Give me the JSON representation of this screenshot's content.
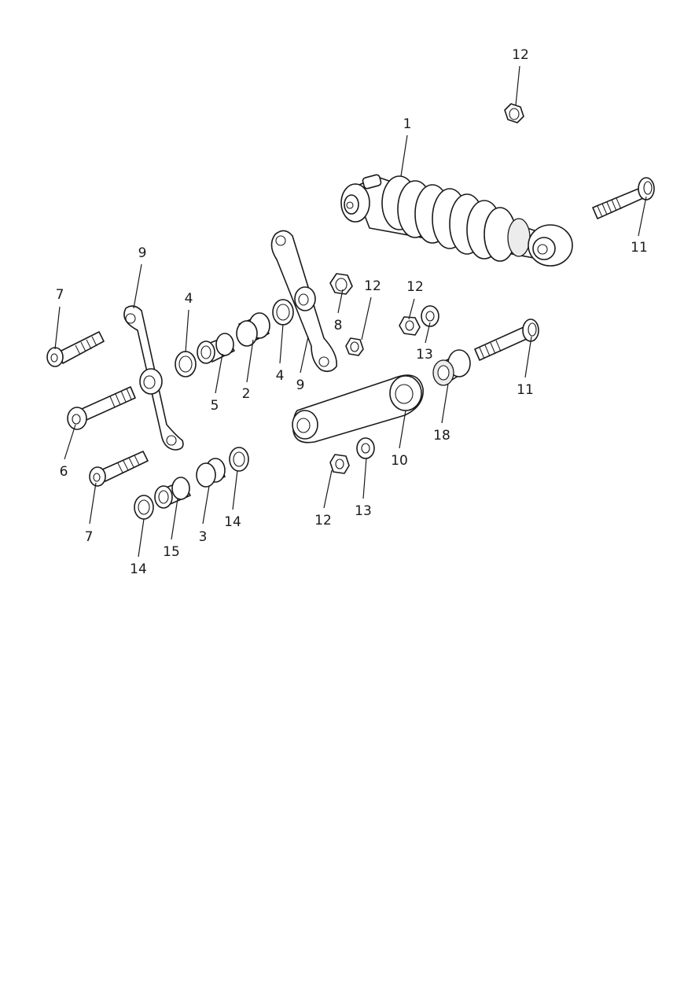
{
  "callouts": [
    {
      "id": "c12a",
      "text": "12"
    },
    {
      "id": "c1",
      "text": "1"
    },
    {
      "id": "c11a",
      "text": "11"
    },
    {
      "id": "c9a",
      "text": "9"
    },
    {
      "id": "c7a",
      "text": "7"
    },
    {
      "id": "c4a",
      "text": "4"
    },
    {
      "id": "c12b",
      "text": "12"
    },
    {
      "id": "c12c",
      "text": "12"
    },
    {
      "id": "c8",
      "text": "8"
    },
    {
      "id": "c13a",
      "text": "13"
    },
    {
      "id": "c4b",
      "text": "4"
    },
    {
      "id": "c9b",
      "text": "9"
    },
    {
      "id": "c5",
      "text": "5"
    },
    {
      "id": "c2",
      "text": "2"
    },
    {
      "id": "c11b",
      "text": "11"
    },
    {
      "id": "c18",
      "text": "18"
    },
    {
      "id": "c6",
      "text": "6"
    },
    {
      "id": "c10",
      "text": "10"
    },
    {
      "id": "c7b",
      "text": "7"
    },
    {
      "id": "c14a",
      "text": "14"
    },
    {
      "id": "c15",
      "text": "15"
    },
    {
      "id": "c3",
      "text": "3"
    },
    {
      "id": "c14b",
      "text": "14"
    },
    {
      "id": "c12d",
      "text": "12"
    },
    {
      "id": "c13b",
      "text": "13"
    }
  ]
}
